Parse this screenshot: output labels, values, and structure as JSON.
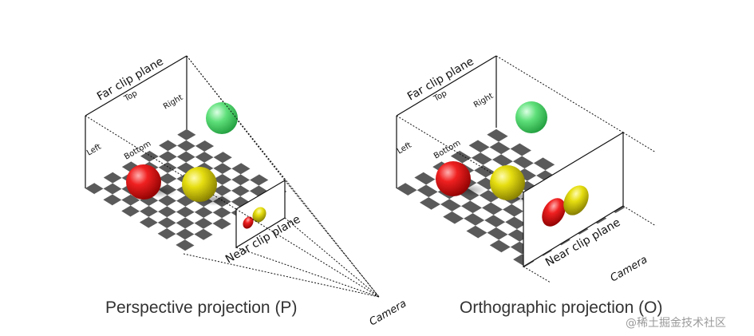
{
  "perspective": {
    "caption": "Perspective projection (P)",
    "far_plane_label": "Far clip plane",
    "near_plane_label": "Near clip plane",
    "top_label": "Top",
    "right_label": "Right",
    "left_label": "Left",
    "bottom_label": "Bottom",
    "camera_label": "Camera"
  },
  "orthographic": {
    "caption": "Orthographic projection (O)",
    "far_plane_label": "Far clip plane",
    "near_plane_label": "Near clip plane",
    "top_label": "Top",
    "right_label": "Right",
    "left_label": "Left",
    "bottom_label": "Bottom",
    "camera_label": "Camera"
  },
  "watermark": "@稀土掘金技术社区",
  "colors": {
    "red_sphere": "#e01010",
    "yellow_sphere": "#d8d000",
    "green_sphere": "#40d060",
    "checker_dark": "#5a5a5a",
    "checker_light": "#ffffff",
    "line": "#111111"
  }
}
